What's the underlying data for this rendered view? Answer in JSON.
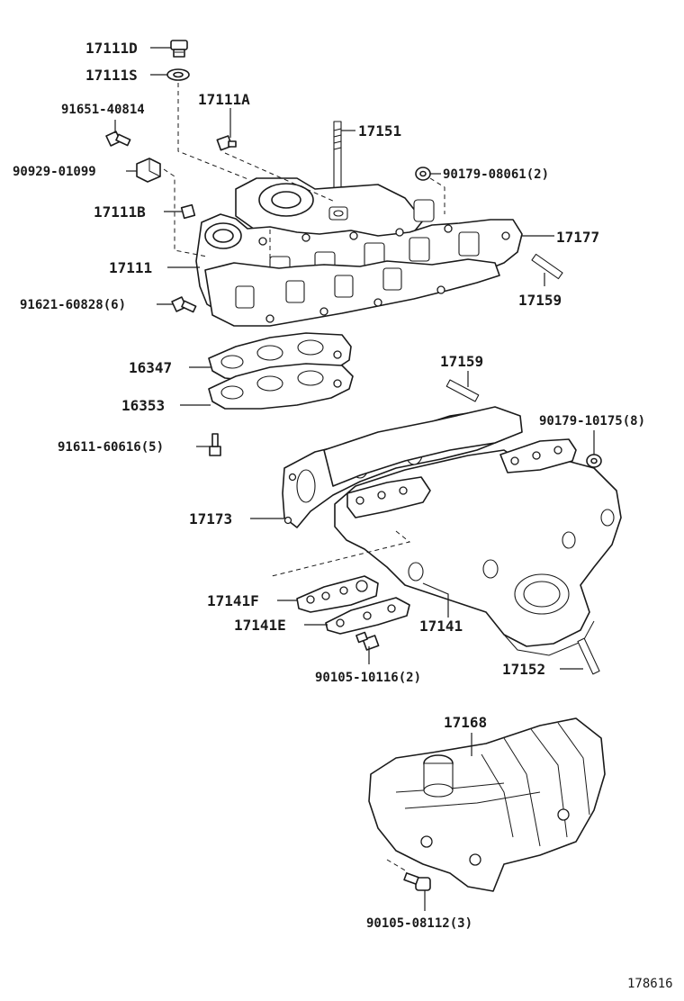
{
  "diagram_id": "178616",
  "labels": {
    "p17111D": "17111D",
    "p17111S": "17111S",
    "p91651": "91651-40814",
    "p17111A": "17111A",
    "p17151": "17151",
    "p90929": "90929-01099",
    "p90179a": "90179-08061(2)",
    "p17111B": "17111B",
    "p17177": "17177",
    "p17111": "17111",
    "p17159a": "17159",
    "p91621": "91621-60828(6)",
    "p16347": "16347",
    "p16353": "16353",
    "p17159b": "17159",
    "p90179b": "90179-10175(8)",
    "p91611": "91611-60616(5)",
    "p17173": "17173",
    "p17141F": "17141F",
    "p17141E": "17141E",
    "p17141": "17141",
    "p90105a": "90105-10116(2)",
    "p17152": "17152",
    "p17168": "17168",
    "p90105b": "90105-08112(3)"
  }
}
